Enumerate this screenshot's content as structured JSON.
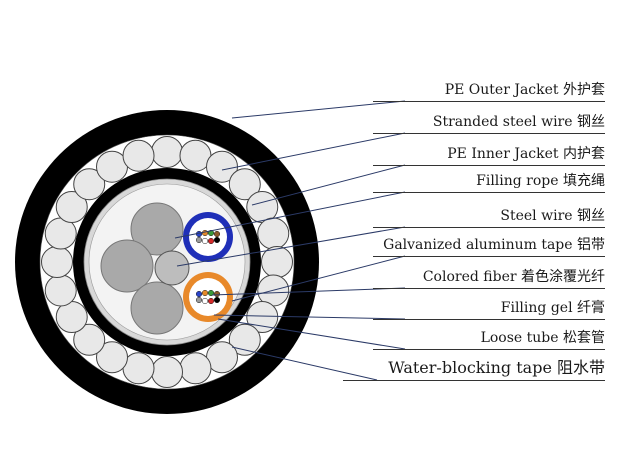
{
  "labels": [
    {
      "text": "PE Outer Jacket 外护套"
    },
    {
      "text": "Stranded steel wire 钢丝"
    },
    {
      "text": "PE Inner Jacket 内护套"
    },
    {
      "text": "Filling rope 填充绳"
    },
    {
      "text": "Steel wire 钢丝"
    },
    {
      "text": "Galvanized aluminum tape 铝带"
    },
    {
      "text": "Colored fiber 着色涂覆光纤"
    },
    {
      "text": "Filling gel 纤膏"
    },
    {
      "text": "Loose tube 松套管"
    },
    {
      "text": "Water-blocking tape 阻水带"
    }
  ],
  "colors": {
    "outer_jacket": "#000000",
    "steel_wire_fill": "#e8e8e8",
    "filling_rope_fill": "#a9a9a9",
    "loose_tube_blue": "#1f2fb8",
    "loose_tube_orange": "#e8892a",
    "leader_line": "#2b3a67",
    "fiber_colors": [
      "#2a44c8",
      "#e58a2a",
      "#3a9a3a",
      "#8b5a2b",
      "#9a9a9a",
      "#ffffff",
      "#d42a2a",
      "#000000"
    ]
  }
}
